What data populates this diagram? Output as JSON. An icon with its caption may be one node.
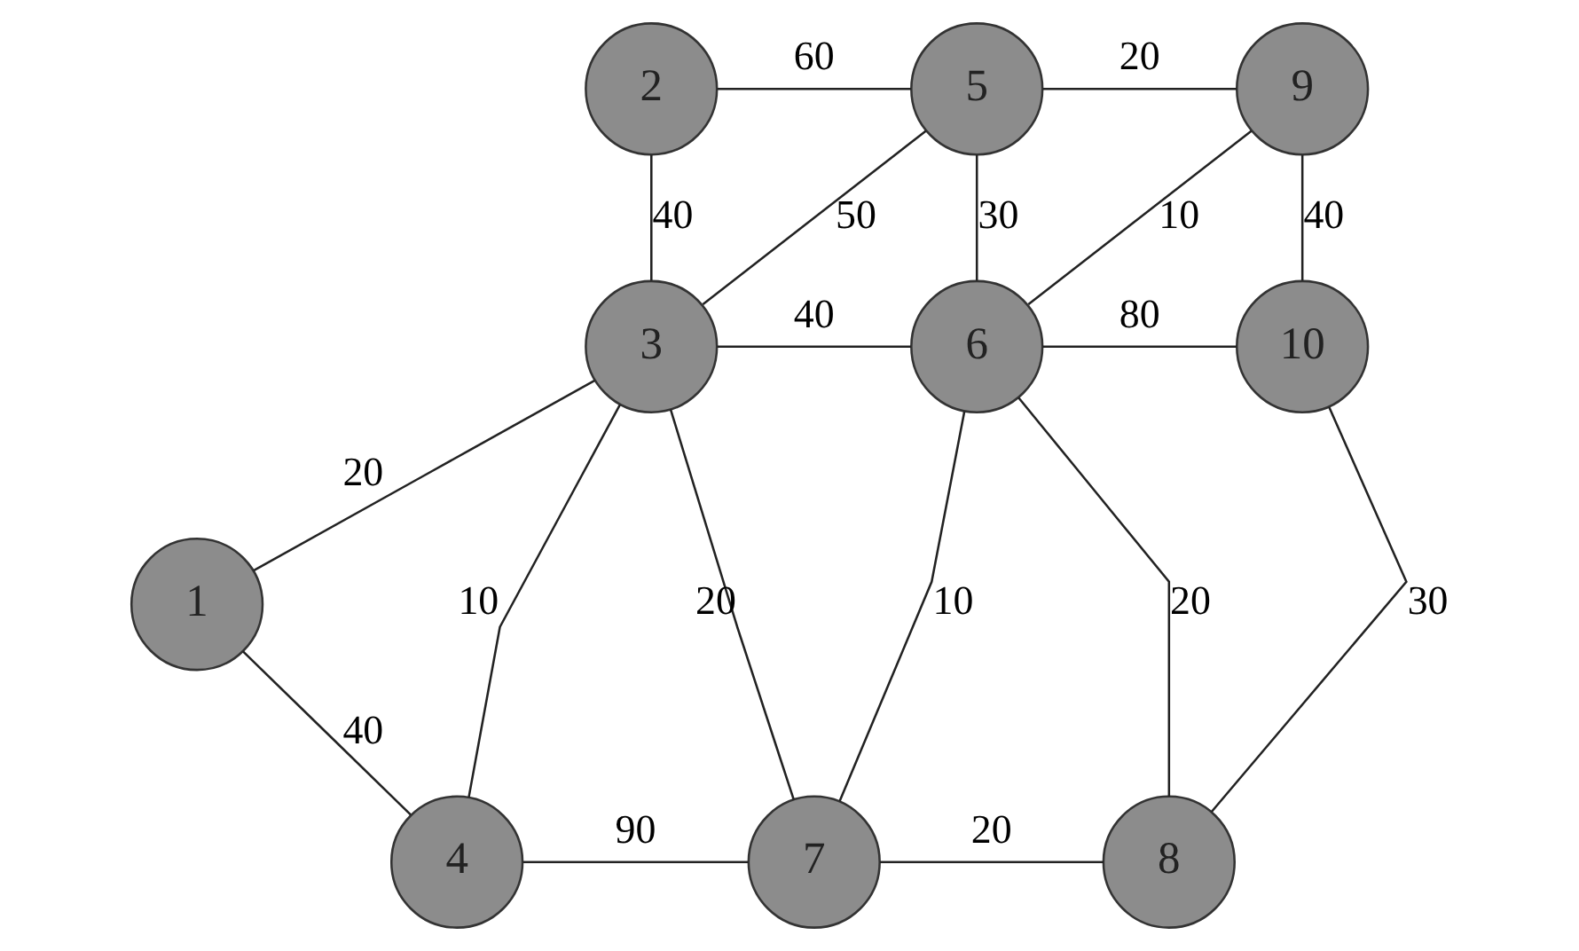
{
  "diagram": {
    "nodes": [
      {
        "text": [
          "2"
        ]
      },
      {
        "text": [
          "5"
        ]
      },
      {
        "text": [
          "9"
        ]
      },
      {
        "text": [
          "3"
        ]
      },
      {
        "text": [
          "6"
        ]
      },
      {
        "text": [
          "10"
        ]
      },
      {
        "text": [
          "1"
        ]
      },
      {
        "text": [
          "4"
        ]
      },
      {
        "text": [
          "7"
        ]
      },
      {
        "text": [
          "8"
        ]
      }
    ],
    "edges": [
      {
        "from": 0,
        "to": 1,
        "arrow": "none",
        "label": "60"
      },
      {
        "from": 1,
        "to": 2,
        "arrow": "none",
        "label": "20"
      },
      {
        "from": 0,
        "to": 3,
        "arrow": "none",
        "label": "40"
      },
      {
        "from": 3,
        "to": 1,
        "arrow": "none",
        "label": "50"
      },
      {
        "from": 1,
        "to": 4,
        "arrow": "none",
        "label": "30"
      },
      {
        "from": 2,
        "to": 4,
        "arrow": "none",
        "label": "10"
      },
      {
        "from": 2,
        "to": 5,
        "arrow": "none",
        "label": "40"
      },
      {
        "from": 3,
        "to": 4,
        "arrow": "none",
        "label": "40"
      },
      {
        "from": 4,
        "to": 5,
        "arrow": "none",
        "label": "80"
      },
      {
        "from": 3,
        "to": 6,
        "arrow": "none",
        "label": "20"
      },
      {
        "from": 6,
        "to": 7,
        "arrow": "none",
        "label": "40"
      },
      {
        "from": 3,
        "to": 7,
        "arrow": "none",
        "label": "10"
      },
      {
        "from": 3,
        "to": 8,
        "arrow": "none",
        "label": "20"
      },
      {
        "from": 4,
        "to": 8,
        "arrow": "none",
        "label": "10"
      },
      {
        "from": 4,
        "to": 9,
        "arrow": "none",
        "label": "20"
      },
      {
        "from": 7,
        "to": 8,
        "arrow": "none",
        "label": "90"
      },
      {
        "from": 8,
        "to": 9,
        "arrow": "none",
        "label": "20"
      },
      {
        "from": 5,
        "to": 9,
        "arrow": "none",
        "label": "30"
      }
    ]
  }
}
